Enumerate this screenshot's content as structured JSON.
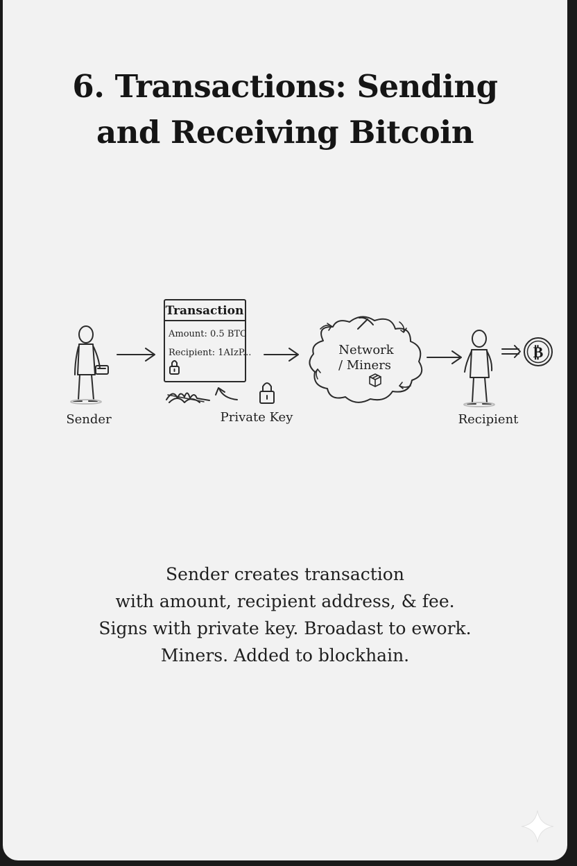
{
  "title": {
    "line1": "6. Transactions: Sending",
    "line2": "and Receiving Bitcoin"
  },
  "diagram": {
    "sender_label": "Sender",
    "transaction_box": {
      "header": "Transaction",
      "amount": "Amount: 0.5 BTC",
      "recipient": "Recipient: 1AIzP..."
    },
    "private_key_label": "Private Key",
    "network_label_line1": "Network",
    "network_label_line2": "/ Miners",
    "recipient_label": "Recipient"
  },
  "caption": {
    "line1": "Sender creates transaction",
    "line2": "with amount, recipient address, & fee.",
    "line3": "Signs with private key. Broadast to ework.",
    "line4": "Miners. Added to blockhain."
  },
  "icons": [
    "person-icon",
    "wallet-icon",
    "lock-icon",
    "signature-icon",
    "pickaxe-icon",
    "block-icon",
    "cloud-icon",
    "bitcoin-icon",
    "sparkle-icon"
  ]
}
